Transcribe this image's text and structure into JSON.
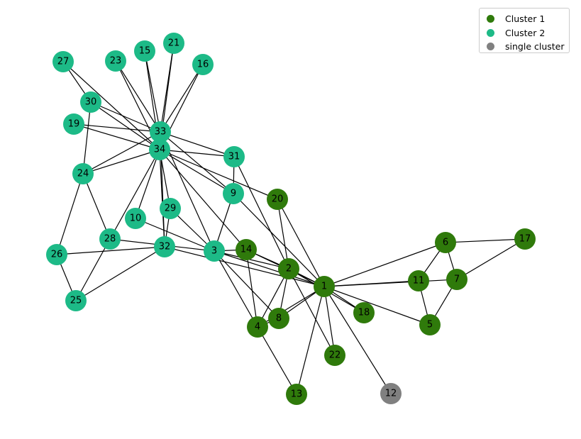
{
  "legend": {
    "items": [
      {
        "label": "Cluster 1",
        "color": "#2f7a0b"
      },
      {
        "label": "Cluster 2",
        "color": "#1dba87"
      },
      {
        "label": "single cluster",
        "color": "#808080"
      }
    ]
  },
  "graph": {
    "nodes": [
      {
        "id": "1",
        "cluster": 0
      },
      {
        "id": "2",
        "cluster": 0
      },
      {
        "id": "3",
        "cluster": 1
      },
      {
        "id": "4",
        "cluster": 0
      },
      {
        "id": "5",
        "cluster": 0
      },
      {
        "id": "6",
        "cluster": 0
      },
      {
        "id": "7",
        "cluster": 0
      },
      {
        "id": "8",
        "cluster": 0
      },
      {
        "id": "9",
        "cluster": 1
      },
      {
        "id": "10",
        "cluster": 1
      },
      {
        "id": "11",
        "cluster": 0
      },
      {
        "id": "12",
        "cluster": 2
      },
      {
        "id": "13",
        "cluster": 0
      },
      {
        "id": "14",
        "cluster": 0
      },
      {
        "id": "15",
        "cluster": 1
      },
      {
        "id": "16",
        "cluster": 1
      },
      {
        "id": "17",
        "cluster": 0
      },
      {
        "id": "18",
        "cluster": 0
      },
      {
        "id": "19",
        "cluster": 1
      },
      {
        "id": "20",
        "cluster": 0
      },
      {
        "id": "21",
        "cluster": 1
      },
      {
        "id": "22",
        "cluster": 0
      },
      {
        "id": "23",
        "cluster": 1
      },
      {
        "id": "24",
        "cluster": 1
      },
      {
        "id": "25",
        "cluster": 1
      },
      {
        "id": "26",
        "cluster": 1
      },
      {
        "id": "27",
        "cluster": 1
      },
      {
        "id": "28",
        "cluster": 1
      },
      {
        "id": "29",
        "cluster": 1
      },
      {
        "id": "30",
        "cluster": 1
      },
      {
        "id": "31",
        "cluster": 1
      },
      {
        "id": "32",
        "cluster": 1
      },
      {
        "id": "33",
        "cluster": 1
      },
      {
        "id": "34",
        "cluster": 1
      }
    ],
    "edges": [
      [
        "1",
        "2"
      ],
      [
        "1",
        "3"
      ],
      [
        "1",
        "4"
      ],
      [
        "1",
        "5"
      ],
      [
        "1",
        "6"
      ],
      [
        "1",
        "7"
      ],
      [
        "1",
        "8"
      ],
      [
        "1",
        "9"
      ],
      [
        "1",
        "11"
      ],
      [
        "1",
        "12"
      ],
      [
        "1",
        "13"
      ],
      [
        "1",
        "14"
      ],
      [
        "1",
        "18"
      ],
      [
        "1",
        "20"
      ],
      [
        "1",
        "22"
      ],
      [
        "1",
        "32"
      ],
      [
        "2",
        "3"
      ],
      [
        "2",
        "4"
      ],
      [
        "2",
        "8"
      ],
      [
        "2",
        "14"
      ],
      [
        "2",
        "18"
      ],
      [
        "2",
        "20"
      ],
      [
        "2",
        "22"
      ],
      [
        "2",
        "31"
      ],
      [
        "3",
        "4"
      ],
      [
        "3",
        "8"
      ],
      [
        "3",
        "9"
      ],
      [
        "3",
        "10"
      ],
      [
        "3",
        "14"
      ],
      [
        "3",
        "28"
      ],
      [
        "3",
        "29"
      ],
      [
        "3",
        "33"
      ],
      [
        "4",
        "8"
      ],
      [
        "4",
        "13"
      ],
      [
        "4",
        "14"
      ],
      [
        "5",
        "7"
      ],
      [
        "5",
        "11"
      ],
      [
        "6",
        "7"
      ],
      [
        "6",
        "11"
      ],
      [
        "6",
        "17"
      ],
      [
        "7",
        "17"
      ],
      [
        "9",
        "31"
      ],
      [
        "9",
        "33"
      ],
      [
        "9",
        "34"
      ],
      [
        "10",
        "34"
      ],
      [
        "14",
        "34"
      ],
      [
        "15",
        "33"
      ],
      [
        "15",
        "34"
      ],
      [
        "16",
        "33"
      ],
      [
        "16",
        "34"
      ],
      [
        "19",
        "33"
      ],
      [
        "19",
        "34"
      ],
      [
        "20",
        "34"
      ],
      [
        "21",
        "33"
      ],
      [
        "21",
        "34"
      ],
      [
        "23",
        "33"
      ],
      [
        "23",
        "34"
      ],
      [
        "24",
        "26"
      ],
      [
        "24",
        "28"
      ],
      [
        "24",
        "30"
      ],
      [
        "24",
        "33"
      ],
      [
        "24",
        "34"
      ],
      [
        "25",
        "26"
      ],
      [
        "25",
        "28"
      ],
      [
        "25",
        "32"
      ],
      [
        "26",
        "32"
      ],
      [
        "27",
        "30"
      ],
      [
        "27",
        "34"
      ],
      [
        "28",
        "34"
      ],
      [
        "29",
        "32"
      ],
      [
        "29",
        "34"
      ],
      [
        "30",
        "33"
      ],
      [
        "30",
        "34"
      ],
      [
        "31",
        "33"
      ],
      [
        "31",
        "34"
      ],
      [
        "32",
        "33"
      ],
      [
        "32",
        "34"
      ],
      [
        "33",
        "34"
      ]
    ]
  }
}
